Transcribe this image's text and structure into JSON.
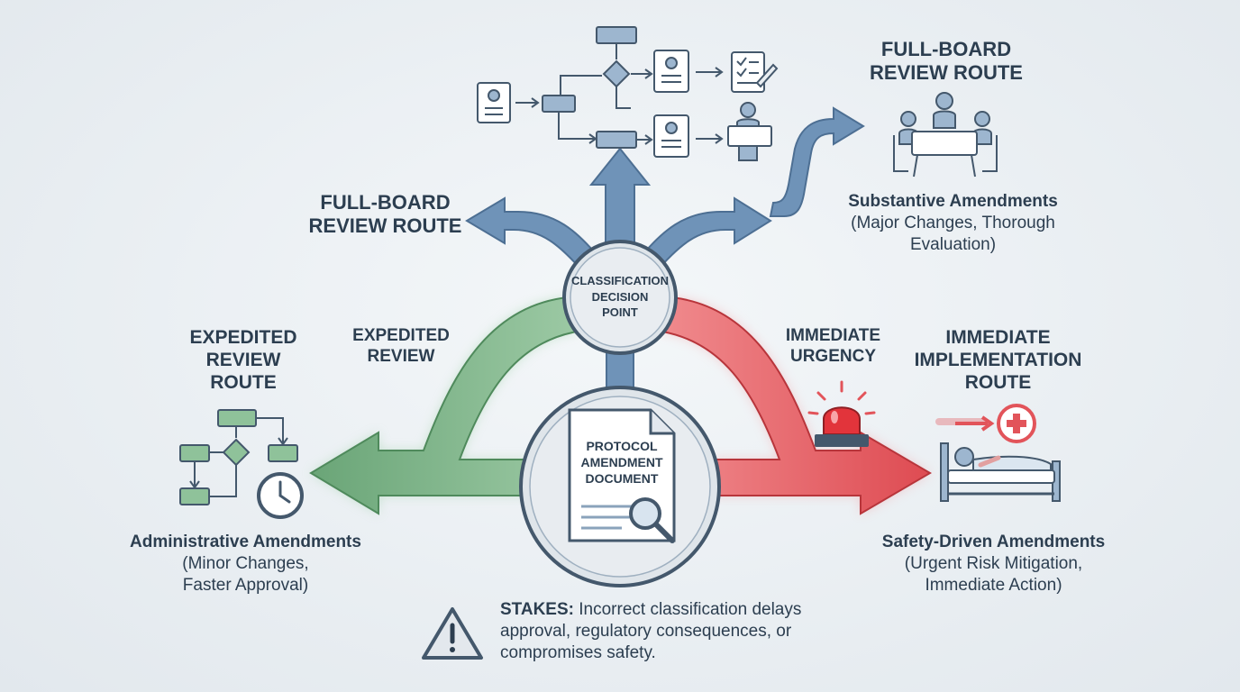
{
  "labels": {
    "top_right_route": "FULL-BOARD\nREVIEW ROUTE",
    "left_full_board": "FULL-BOARD\nREVIEW ROUTE",
    "expedited_route": "EXPEDITED\nREVIEW\nROUTE",
    "expedited_review": "EXPEDITED\nREVIEW",
    "immediate_urgency": "IMMEDIATE\nURGENCY",
    "immediate_route": "IMMEDIATE\nIMPLEMENTATION\nROUTE",
    "decision_point": "CLASSIFICATION\nDECISION\nPOINT",
    "document": "PROTOCOL\nAMENDMENT\nDOCUMENT"
  },
  "categories": {
    "substantive": {
      "title": "Substantive Amendments",
      "desc": "(Major Changes, Thorough\nEvaluation)"
    },
    "administrative": {
      "title": "Administrative Amendments",
      "desc": "(Minor Changes,\nFaster Approval)"
    },
    "safety": {
      "title": "Safety-Driven Amendments",
      "desc": "(Urgent Risk Mitigation,\nImmediate Action)"
    }
  },
  "stakes": {
    "heading": "STAKES:",
    "text": " Incorrect classification delays approval, regulatory consequences, or compromises safety."
  },
  "colors": {
    "blue": "#6f93b8",
    "green": "#7fb08a",
    "red": "#e2545a",
    "dark": "#2c3e50"
  },
  "icons": [
    "workflow-icon",
    "meeting-icon",
    "clock-icon",
    "alarm-icon",
    "hospital-bed-icon",
    "magnifier-icon",
    "warning-icon"
  ]
}
